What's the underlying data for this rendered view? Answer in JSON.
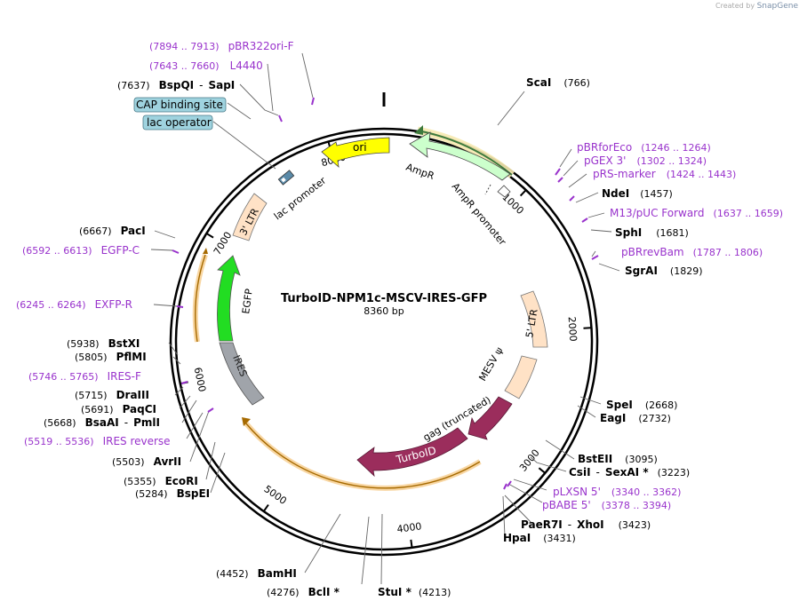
{
  "watermark": {
    "prefix": "Created by",
    "brand": "SnapGene"
  },
  "plasmid": {
    "name": "TurboID-NPM1c-MSCV-IRES-GFP",
    "length_text": "8360 bp",
    "length": 8360
  },
  "ticks": [
    {
      "pos": 1000,
      "label": "1000"
    },
    {
      "pos": 2000,
      "label": "2000"
    },
    {
      "pos": 3000,
      "label": "3000"
    },
    {
      "pos": 4000,
      "label": "4000"
    },
    {
      "pos": 5000,
      "label": "5000"
    },
    {
      "pos": 6000,
      "label": "6000"
    },
    {
      "pos": 7000,
      "label": "7000"
    },
    {
      "pos": 8000,
      "label": "8000"
    }
  ],
  "features": [
    {
      "id": "ori",
      "label": "ori",
      "color": "#ffff00"
    },
    {
      "id": "ampr",
      "label": "AmpR",
      "color": "#ccffcc"
    },
    {
      "id": "ampr-promoter",
      "label": "AmpR promoter",
      "color": "#ffffff"
    },
    {
      "id": "lac-promoter",
      "label": "lac promoter",
      "color": "#ffffff"
    },
    {
      "id": "ltr3",
      "label": "3' LTR",
      "color": "#ffe2c6"
    },
    {
      "id": "egfp",
      "label": "EGFP",
      "color": "#22dd22"
    },
    {
      "id": "ires",
      "label": "IRES",
      "color": "#a0a4aa"
    },
    {
      "id": "ltr5",
      "label": "5' LTR",
      "color": "#ffe2c6"
    },
    {
      "id": "mesv",
      "label": "MESV ψ",
      "color": "#ffe2c6"
    },
    {
      "id": "gag",
      "label": "gag (truncated)",
      "color": "#9b2d5c"
    },
    {
      "id": "turboid",
      "label": "TurboID",
      "color": "#9b2d5c"
    }
  ],
  "boxed_labels": [
    {
      "id": "cap",
      "label": "CAP binding site",
      "color": "#9fd3df"
    },
    {
      "id": "lacop",
      "label": "lac operator",
      "color": "#9fd3df"
    }
  ],
  "enzymes": [
    {
      "id": "scai",
      "name": "ScaI",
      "coord": "(766)"
    },
    {
      "id": "ndei",
      "name": "NdeI",
      "coord": "(1457)"
    },
    {
      "id": "sphi",
      "name": "SphI",
      "coord": "(1681)"
    },
    {
      "id": "sgrai",
      "name": "SgrAI",
      "coord": "(1829)"
    },
    {
      "id": "spei",
      "name": "SpeI",
      "coord": "(2668)"
    },
    {
      "id": "eagi",
      "name": "EagI",
      "coord": "(2732)"
    },
    {
      "id": "bsteii",
      "name": "BstEII",
      "coord": "(3095)"
    },
    {
      "id": "csii",
      "name": "CsiI",
      "sep": "-",
      "name2": "SexAI *",
      "coord": "(3223)"
    },
    {
      "id": "paer7i",
      "name": "PaeR7I",
      "sep": "-",
      "name2": "XhoI",
      "coord": "(3423)"
    },
    {
      "id": "hpai",
      "name": "HpaI",
      "coord": "(3431)"
    },
    {
      "id": "stui",
      "name": "StuI *",
      "coord": "(4213)"
    },
    {
      "id": "bcli",
      "name": "BclI *",
      "coord": "(4276)"
    },
    {
      "id": "bamhi",
      "name": "BamHI",
      "coord": "(4452)"
    },
    {
      "id": "bspei",
      "name": "BspEI",
      "coord": "(5284)"
    },
    {
      "id": "ecori",
      "name": "EcoRI",
      "coord": "(5355)"
    },
    {
      "id": "avrii",
      "name": "AvrII",
      "coord": "(5503)"
    },
    {
      "id": "bsaai",
      "name": "BsaAI",
      "sep": "-",
      "name2": "PmlI",
      "coord": "(5668)"
    },
    {
      "id": "paqci",
      "name": "PaqCI",
      "coord": "(5691)"
    },
    {
      "id": "draiii",
      "name": "DraIII",
      "coord": "(5715)"
    },
    {
      "id": "pflmi",
      "name": "PflMI",
      "coord": "(5805)"
    },
    {
      "id": "bstxi",
      "name": "BstXI",
      "coord": "(5938)"
    },
    {
      "id": "paci",
      "name": "PacI",
      "coord": "(6667)"
    },
    {
      "id": "bspqi",
      "name": "BspQI",
      "sep": "-",
      "name2": "SapI",
      "coord": "(7637)"
    }
  ],
  "primers": [
    {
      "id": "pbr322ori",
      "name": "pBR322ori-F",
      "coord": "(7894 .. 7913)"
    },
    {
      "id": "l4440",
      "name": "L4440",
      "coord": "(7643 .. 7660)"
    },
    {
      "id": "pbrforeco",
      "name": "pBRforEco",
      "coord": "(1246 .. 1264)"
    },
    {
      "id": "pgex3",
      "name": "pGEX 3'",
      "coord": "(1302 .. 1324)"
    },
    {
      "id": "prsmarker",
      "name": "pRS-marker",
      "coord": "(1424 .. 1443)"
    },
    {
      "id": "m13puc",
      "name": "M13/pUC Forward",
      "coord": "(1637 .. 1659)"
    },
    {
      "id": "pbrrevbam",
      "name": "pBRrevBam",
      "coord": "(1787 .. 1806)"
    },
    {
      "id": "plxsn5",
      "name": "pLXSN 5'",
      "coord": "(3340 .. 3362)"
    },
    {
      "id": "pbabe5",
      "name": "pBABE 5'",
      "coord": "(3378 .. 3394)"
    },
    {
      "id": "egfpc",
      "name": "EGFP-C",
      "coord": "(6592 .. 6613)"
    },
    {
      "id": "exfpr",
      "name": "EXFP-R",
      "coord": "(6245 .. 6264)"
    },
    {
      "id": "iresf",
      "name": "IRES-F",
      "coord": "(5746 .. 5765)"
    },
    {
      "id": "iresrev",
      "name": "IRES reverse",
      "coord": "(5519 .. 5536)"
    }
  ]
}
